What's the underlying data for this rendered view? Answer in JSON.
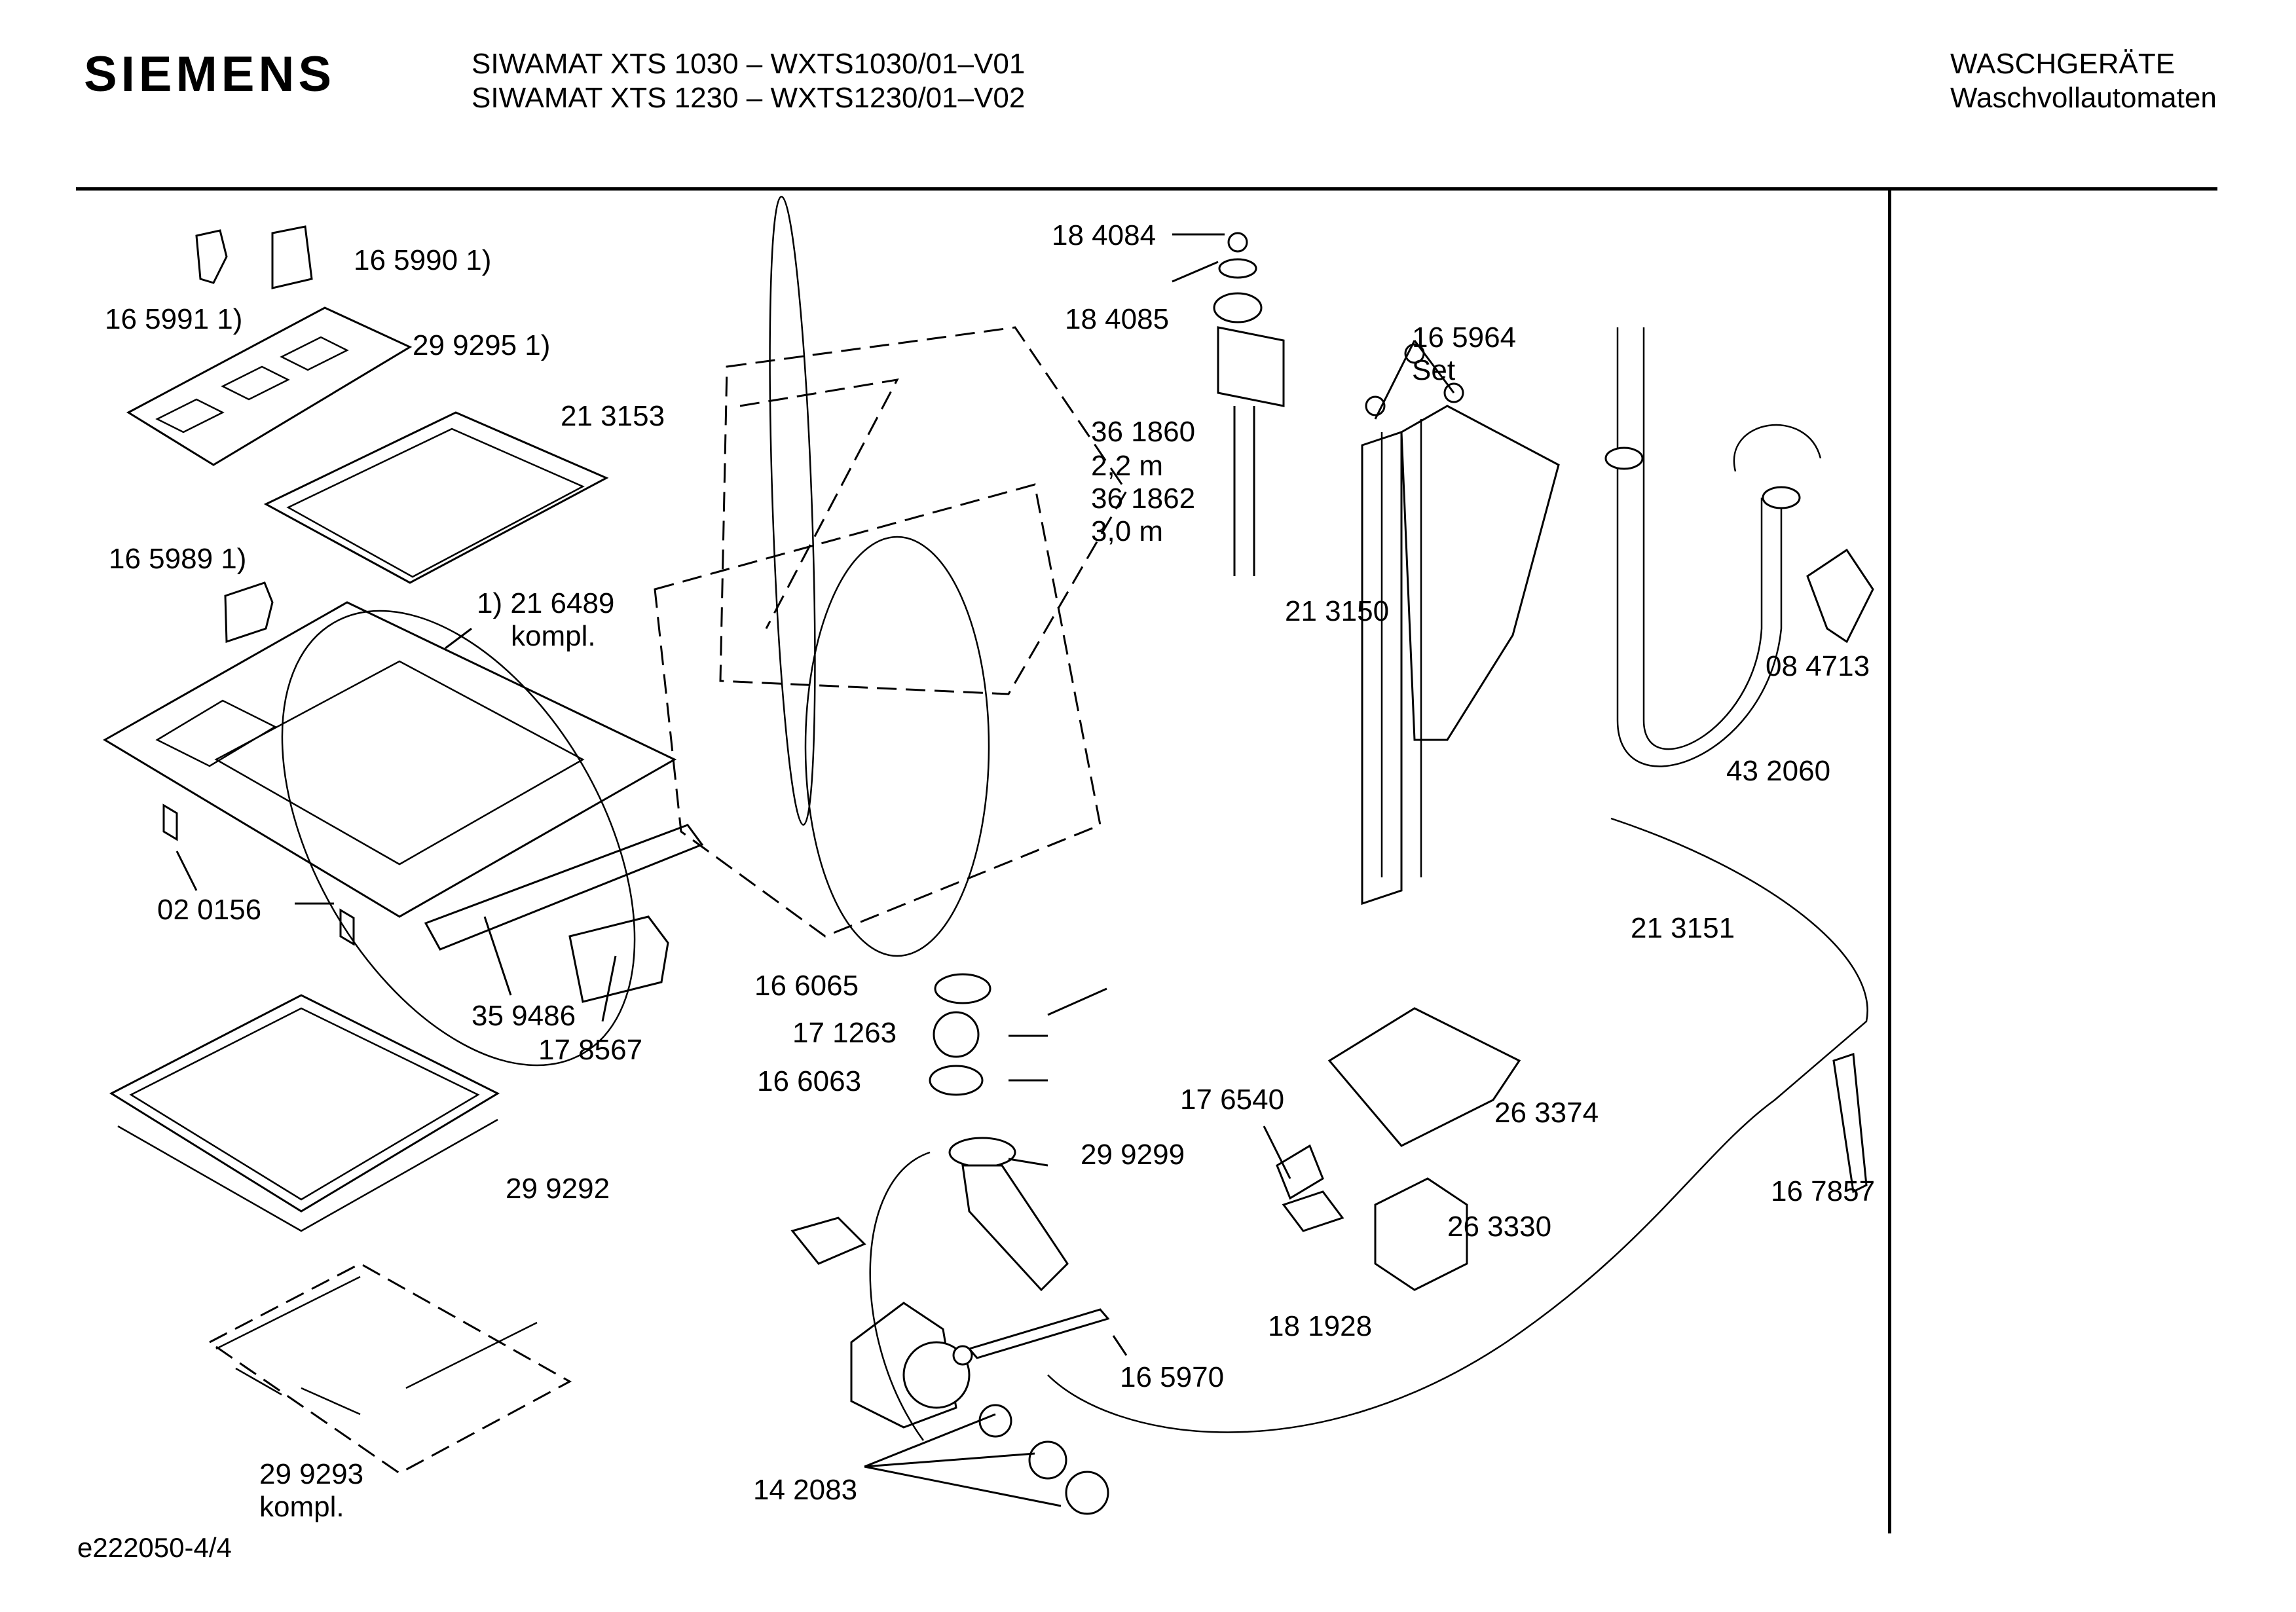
{
  "header": {
    "brand": "SIEMENS",
    "model_line_1": "SIWAMAT XTS 1030 – WXTS1030/01–V01",
    "model_line_2": "SIWAMAT XTS 1230 – WXTS1230/01–V02",
    "category": "WASCHGERÄTE",
    "subcategory": "Waschvollautomaten"
  },
  "footer": {
    "drawing_id": "e222050-4/4"
  },
  "labels": {
    "p165990": "16 5990 1)",
    "p165991": "16 5991 1)",
    "p299295": "29 9295 1)",
    "p213153": "21 3153",
    "p165989": "16 5989 1)",
    "p216489": "1) 21 6489",
    "kompl_a": "kompl.",
    "p020156": "02 0156",
    "p359486": "35 9486",
    "p178567": "17 8567",
    "p299292": "29 9292",
    "p299293": "29 9293",
    "kompl_b": "kompl.",
    "p166065": "16 6065",
    "p171263": "17 1263",
    "p166063": "16 6063",
    "p299299": "29 9299",
    "p165970": "16 5970",
    "p142083": "14 2083",
    "p184084": "18 4084",
    "p184085": "18 4085",
    "p361860": "36 1860",
    "len_22": "2,2 m",
    "p361862": "36 1862",
    "len_30": "3,0 m",
    "p165964": "16 5964",
    "set": "Set",
    "p213150": "21 3150",
    "p084713": "08 4713",
    "p432060": "43 2060",
    "p213151": "21 3151",
    "p176540": "17 6540",
    "p263374": "26 3374",
    "p263330": "26 3330",
    "p181928": "18 1928",
    "p167857": "16 7857"
  }
}
